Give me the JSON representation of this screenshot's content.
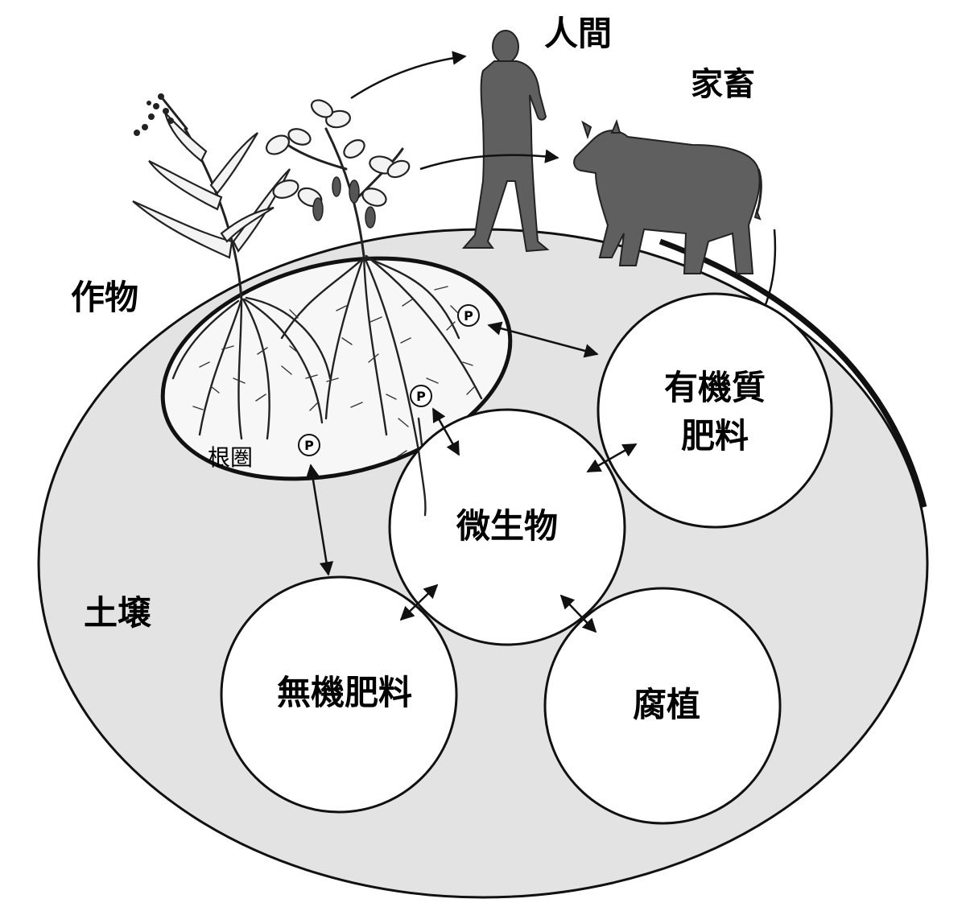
{
  "labels": {
    "human": "人間",
    "livestock": "家畜",
    "crop": "作物",
    "soil": "土壌",
    "rhizosphere": "根圏",
    "organic_fertilizer_line1": "有機質",
    "organic_fertilizer_line2": "肥料",
    "microorganisms": "微生物",
    "inorganic_fertilizer": "無機肥料",
    "humus": "腐植"
  },
  "phosphorus_marker": "P",
  "colors": {
    "soil_fill": "#e3e3e3",
    "silhouette": "#5f5f5f",
    "outline": "#111111",
    "circle_fill": "#ffffff"
  }
}
